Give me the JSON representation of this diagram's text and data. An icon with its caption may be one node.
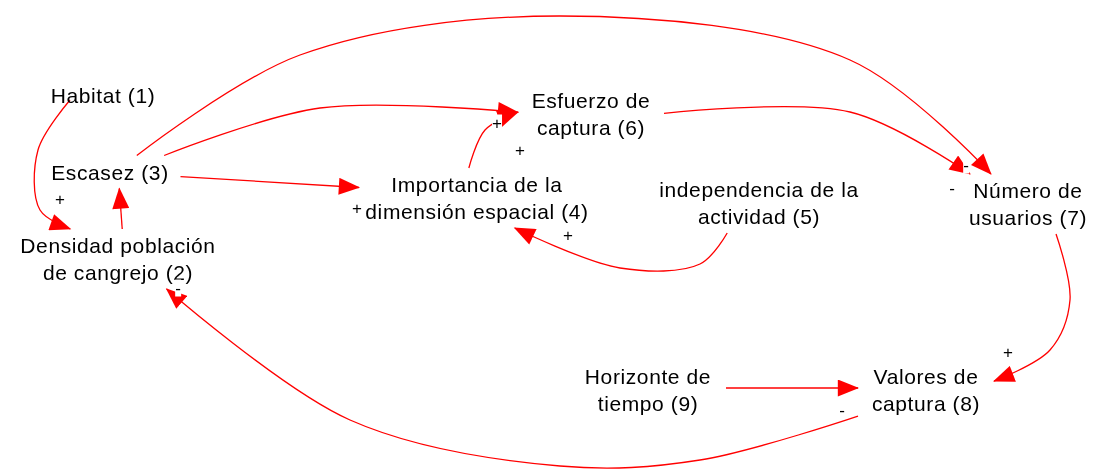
{
  "diagram": {
    "nodes": [
      {
        "text": [
          "Habitat (1)"
        ]
      },
      {
        "text": [
          "Densidad población de cangrejo (2)"
        ]
      },
      {
        "text": [
          "Escasez (3)"
        ]
      },
      {
        "text": [
          "Importancia de la dimensión espacial (4)"
        ]
      },
      {
        "text": [
          "independencia de la actividad (5)"
        ]
      },
      {
        "text": [
          "Esfuerzo de captura (6)"
        ]
      },
      {
        "text": [
          "Número de usuarios (7)"
        ]
      },
      {
        "text": [
          "Valores de captura (8)"
        ]
      },
      {
        "text": [
          "Horizonte de tiempo (9)"
        ]
      }
    ],
    "edges": [
      {
        "from": 0,
        "to": 1,
        "arrow": "to",
        "label": "+"
      },
      {
        "from": 1,
        "to": 2,
        "arrow": "to"
      },
      {
        "from": 2,
        "to": 5,
        "arrow": "to",
        "label": "+"
      },
      {
        "from": 2,
        "to": 3,
        "arrow": "to",
        "label": "+"
      },
      {
        "from": 2,
        "to": 6,
        "arrow": "to",
        "label": "-"
      },
      {
        "from": 3,
        "to": 5,
        "arrow": "to",
        "label": "+"
      },
      {
        "from": 4,
        "to": 3,
        "arrow": "to",
        "label": "+"
      },
      {
        "from": 5,
        "to": 6,
        "arrow": "to",
        "label": "-"
      },
      {
        "from": 6,
        "to": 7,
        "arrow": "to",
        "label": "+"
      },
      {
        "from": 8,
        "to": 7,
        "arrow": "to",
        "label": "-"
      },
      {
        "from": 7,
        "to": 1,
        "arrow": "to",
        "label": "-"
      }
    ]
  }
}
